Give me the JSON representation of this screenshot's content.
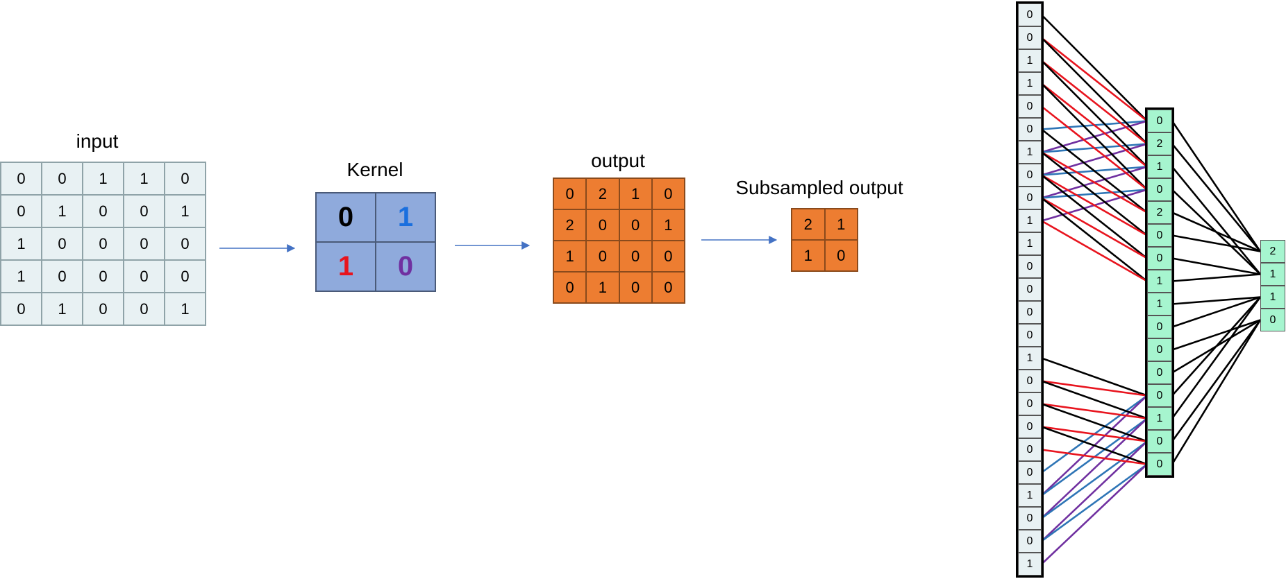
{
  "input": {
    "title": "input",
    "cells": [
      [
        "0",
        "0",
        "1",
        "1",
        "0"
      ],
      [
        "0",
        "1",
        "0",
        "0",
        "1"
      ],
      [
        "1",
        "0",
        "0",
        "0",
        "0"
      ],
      [
        "1",
        "0",
        "0",
        "0",
        "0"
      ],
      [
        "0",
        "1",
        "0",
        "0",
        "1"
      ]
    ]
  },
  "kernel": {
    "title": "Kernel",
    "cells": [
      {
        "value": "0",
        "color": "#000000"
      },
      {
        "value": "1",
        "color": "#1a6fde"
      },
      {
        "value": "1",
        "color": "#e8141e"
      },
      {
        "value": "0",
        "color": "#7030a0"
      }
    ]
  },
  "output": {
    "title": "output",
    "cells": [
      [
        "0",
        "2",
        "1",
        "0"
      ],
      [
        "2",
        "0",
        "0",
        "1"
      ],
      [
        "1",
        "0",
        "0",
        "0"
      ],
      [
        "0",
        "1",
        "0",
        "0"
      ]
    ]
  },
  "subsampled": {
    "title": "Subsampled output",
    "cells": [
      [
        "2",
        "1"
      ],
      [
        "1",
        "0"
      ]
    ]
  },
  "network": {
    "input_column": [
      "0",
      "0",
      "1",
      "1",
      "0",
      "0",
      "1",
      "0",
      "0",
      "1",
      "1",
      "0",
      "0",
      "0",
      "0",
      "1",
      "0",
      "0",
      "0",
      "0",
      "0",
      "1",
      "0",
      "0",
      "1"
    ],
    "hidden_column": [
      "0",
      "2",
      "1",
      "0",
      "2",
      "0",
      "0",
      "1",
      "1",
      "0",
      "0",
      "0",
      "0",
      "1",
      "0",
      "0"
    ],
    "output_column": [
      "2",
      "1",
      "1",
      "0"
    ],
    "colors": {
      "cell_fill_input": "#e8f1f3",
      "cell_fill_green": "#a6f5cf",
      "black": "#000000",
      "red": "#e8141e",
      "blue": "#2e75b6",
      "purple": "#7030a0",
      "arrow": "#4472c4"
    }
  }
}
